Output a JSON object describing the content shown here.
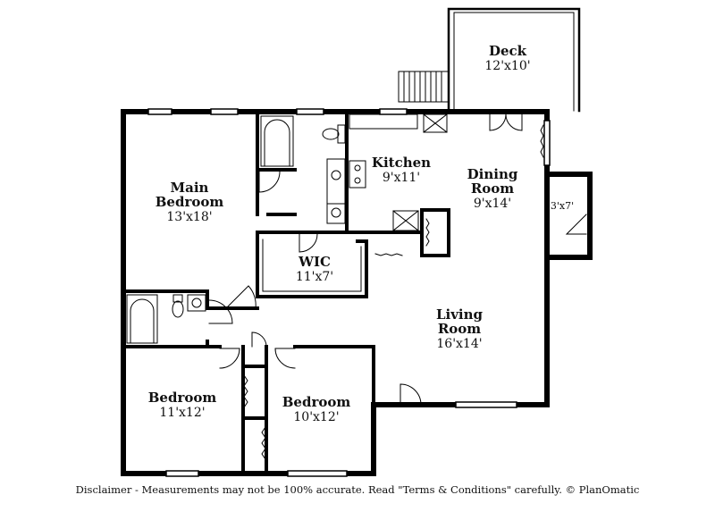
{
  "rooms": {
    "deck": {
      "name": "Deck",
      "dims": "12'x10'"
    },
    "kitchen": {
      "name": "Kitchen",
      "dims": "9'x11'"
    },
    "dining": {
      "name_line1": "Dining",
      "name_line2": "Room",
      "dims": "9'x14'"
    },
    "closet": {
      "dims": "3'x7'"
    },
    "main_bedroom": {
      "name_line1": "Main",
      "name_line2": "Bedroom",
      "dims": "13'x18'"
    },
    "wic": {
      "name": "WIC",
      "dims": "11'x7'"
    },
    "living": {
      "name_line1": "Living",
      "name_line2": "Room",
      "dims": "16'x14'"
    },
    "bedroom2": {
      "name": "Bedroom",
      "dims": "11'x12'"
    },
    "bedroom3": {
      "name": "Bedroom",
      "dims": "10'x12'"
    }
  },
  "disclaimer": "Disclaimer - Measurements may not be 100% accurate. Read \"Terms & Conditions\" carefully. © PlanOmatic"
}
